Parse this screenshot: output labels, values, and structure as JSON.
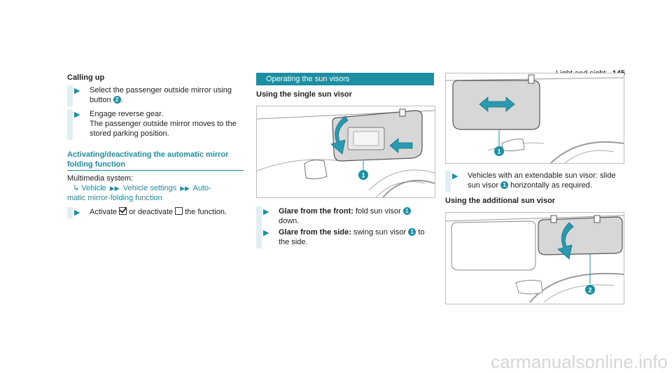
{
  "header": {
    "section": "Light and sight",
    "page_number": "145"
  },
  "left": {
    "calling_up_heading": "Calling up",
    "step1_line1": "Select the passenger outside mirror using",
    "step1_line2_prefix": "button",
    "step1_badge": "2",
    "step1_line2_suffix": ".",
    "step2_line1": "Engage reverse gear.",
    "step2_line2": "The passenger outside mirror moves to the",
    "step2_line3": "stored parking position.",
    "section_heading_line1": "Activating/deactivating the automatic mirror",
    "section_heading_line2": "folding function",
    "multimedia_label": "Multimedia system:",
    "nav_vehicle": "Vehicle",
    "nav_vehicle_settings": "Vehicle settings",
    "nav_auto_part1": "Auto-",
    "nav_auto_part2": "matic mirror-folding function",
    "step3_activate": "Activate",
    "step3_or_deactivate": "or deactivate",
    "step3_the_function": "the function."
  },
  "middle": {
    "banner": "Operating the sun visors",
    "subheading": "Using the single sun visor",
    "illus_badge": "1",
    "step1_bold": "Glare from the front:",
    "step1_text": "fold sun visor",
    "step1_badge": "1",
    "step1_line2": "down.",
    "step2_bold": "Glare from the side:",
    "step2_text": "swing sun visor",
    "step2_badge": "1",
    "step2_to": "to",
    "step2_line2": "the side."
  },
  "right": {
    "illus1_badge": "1",
    "step1_line1": "Vehicles with an extendable sun visor: slide",
    "step1_line2_prefix": "sun visor",
    "step1_badge": "1",
    "step1_line2_suffix": "horizontally as required.",
    "subheading": "Using the additional sun visor",
    "illus2_badge": "2"
  },
  "footer": {
    "watermark": "carmanualsonline.info"
  },
  "colors": {
    "accent": "#1c8fa3",
    "step_bar": "#e2eff2",
    "visor_fill": "#d7d7d7",
    "arrow_fill": "#2a9ab0"
  }
}
